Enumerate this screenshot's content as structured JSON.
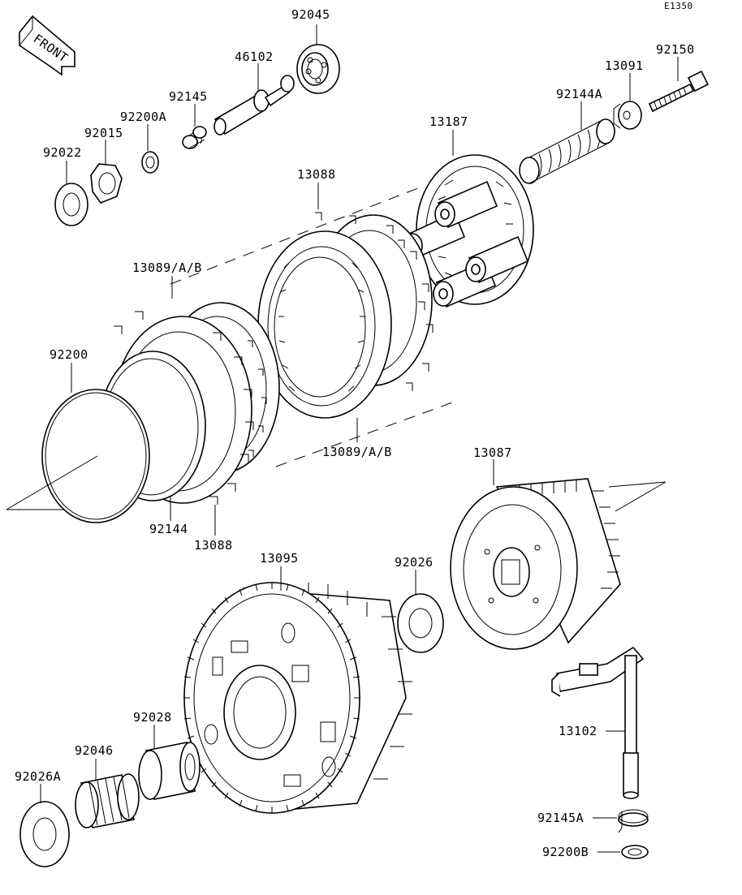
{
  "diagram": {
    "code": "E1350",
    "front_tag": "FRONT",
    "labels": [
      {
        "id": "92045",
        "text": "92045"
      },
      {
        "id": "46102",
        "text": "46102"
      },
      {
        "id": "92150",
        "text": "92150"
      },
      {
        "id": "13091",
        "text": "13091"
      },
      {
        "id": "92144A",
        "text": "92144A"
      },
      {
        "id": "92145",
        "text": "92145"
      },
      {
        "id": "92200A",
        "text": "92200A"
      },
      {
        "id": "92015",
        "text": "92015"
      },
      {
        "id": "92022",
        "text": "92022"
      },
      {
        "id": "13187",
        "text": "13187"
      },
      {
        "id": "13088-top",
        "text": "13088"
      },
      {
        "id": "13089-top",
        "text": "13089/A/B"
      },
      {
        "id": "92200",
        "text": "92200"
      },
      {
        "id": "13089-bottom",
        "text": "13089/A/B"
      },
      {
        "id": "92144",
        "text": "92144"
      },
      {
        "id": "13088-bottom",
        "text": "13088"
      },
      {
        "id": "13087",
        "text": "13087"
      },
      {
        "id": "13095",
        "text": "13095"
      },
      {
        "id": "92026",
        "text": "92026"
      },
      {
        "id": "92028",
        "text": "92028"
      },
      {
        "id": "92046",
        "text": "92046"
      },
      {
        "id": "92026A",
        "text": "92026A"
      },
      {
        "id": "13102",
        "text": "13102"
      },
      {
        "id": "92145A",
        "text": "92145A"
      },
      {
        "id": "92200B",
        "text": "92200B"
      }
    ]
  }
}
